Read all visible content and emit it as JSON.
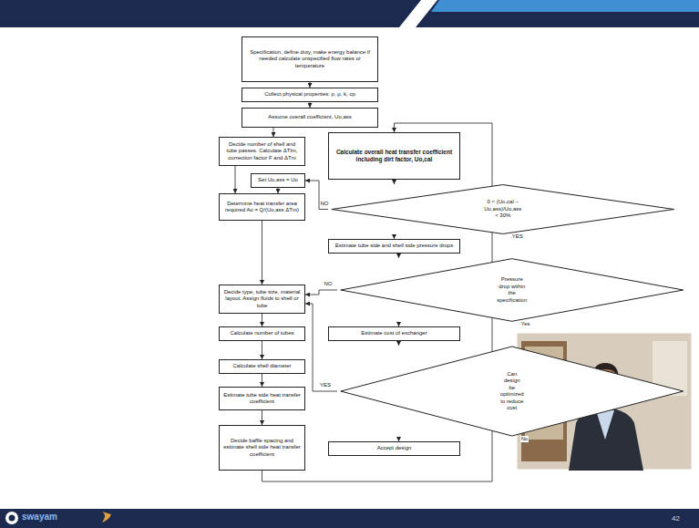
{
  "diagram": {
    "nodes": [
      {
        "text": [
          "Specification, define duty, make energy balance if needed calculate unspecified flow rates or temperature"
        ]
      },
      {
        "text": [
          "Collect physical properties: ρ, μ, k, cp"
        ]
      },
      {
        "text": [
          "Assume overall coefficient, Uo,ass"
        ]
      },
      {
        "text": [
          "Decide number of shell and tube passes. Calculate ΔTlm, correction factor F and ΔTm"
        ]
      },
      {
        "text": [
          "Set Uo,ass = Uo"
        ]
      },
      {
        "text": [
          "Determine heat transfer area required Ao = Q/(Uo,ass ΔTm)"
        ]
      },
      {
        "text": [
          "Decide type, tube size, material layout. Assign fluids to shell or tube"
        ]
      },
      {
        "text": [
          "Calculate number of tubes"
        ]
      },
      {
        "text": [
          "Calculate shell diameter"
        ]
      },
      {
        "text": [
          "Estimate tube side heat transfer coefficient"
        ]
      },
      {
        "text": [
          "Decide baffle spacing and estimate shell side heat transfer coefficient"
        ]
      },
      {
        "text": [
          "Calculate overall heat transfer coefficient including dirt factor, Uo,cal"
        ]
      },
      {
        "text": [
          "0 < (Uo,cal − Uo,ass)/Uo,ass < 30%"
        ]
      },
      {
        "text": [
          "Estimate tube side and shell side pressure drops"
        ]
      },
      {
        "text": [
          "Pressure drop within the specification"
        ]
      },
      {
        "text": [
          "Estimate cost of exchanger"
        ]
      },
      {
        "text": [
          "Can design be optimized to reduce cost"
        ]
      },
      {
        "text": [
          "Accept design"
        ]
      }
    ],
    "edges": [
      {
        "from": 0,
        "to": 1,
        "arrow": "to"
      },
      {
        "from": 1,
        "to": 2,
        "arrow": "to"
      },
      {
        "from": 2,
        "to": 3,
        "arrow": "to"
      },
      {
        "from": 3,
        "to": 5,
        "arrow": "to"
      },
      {
        "from": 4,
        "to": 5,
        "arrow": "to"
      },
      {
        "from": 5,
        "to": 6,
        "arrow": "to"
      },
      {
        "from": 6,
        "to": 7,
        "arrow": "to"
      },
      {
        "from": 7,
        "to": 8,
        "arrow": "to"
      },
      {
        "from": 8,
        "to": 9,
        "arrow": "to"
      },
      {
        "from": 9,
        "to": 10,
        "arrow": "to"
      },
      {
        "from": 10,
        "to": 11,
        "arrow": "to"
      },
      {
        "from": 11,
        "to": 12,
        "arrow": "to"
      },
      {
        "from": 12,
        "to": 13,
        "label": "YES",
        "arrow": "to"
      },
      {
        "from": 12,
        "to": 4,
        "label": "NO",
        "arrow": "to"
      },
      {
        "from": 13,
        "to": 14,
        "arrow": "to"
      },
      {
        "from": 14,
        "to": 15,
        "label": "Yes",
        "arrow": "to"
      },
      {
        "from": 14,
        "to": 6,
        "label": "NO",
        "arrow": "to"
      },
      {
        "from": 15,
        "to": 16,
        "arrow": "to"
      },
      {
        "from": 16,
        "to": 17,
        "label": "No",
        "arrow": "to"
      },
      {
        "from": 16,
        "to": 6,
        "label": "YES",
        "arrow": "to"
      }
    ],
    "labels": [
      "swayam",
      "42"
    ]
  }
}
